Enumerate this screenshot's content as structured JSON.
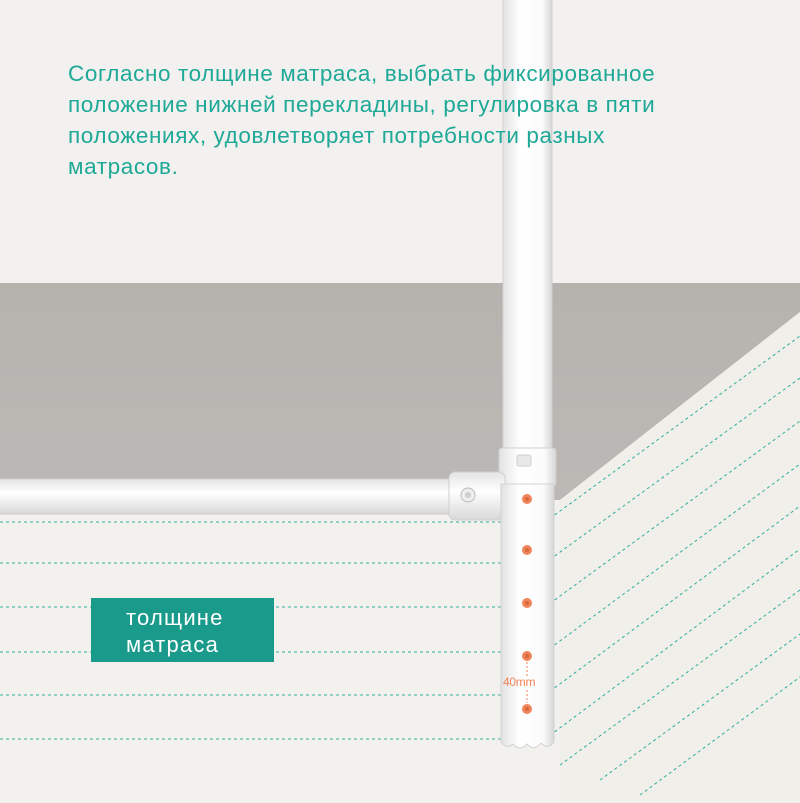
{
  "caption": {
    "line1": "Согласно толщине матраса, выбрать фиксированное",
    "line2": "положение нижней перекладины, регулировка в пяти",
    "line3": "положениях, удовлетворяет потребности разных",
    "line4": "матрасов."
  },
  "badge": {
    "line1": "толщине",
    "line2": "матраса"
  },
  "dimension_label": "40mm",
  "adjustment_positions": 5,
  "colors": {
    "accent_text": "#1ea896",
    "badge_bg": "#1a9a8a",
    "marker": "#f0845a",
    "floor": "#bab6b3",
    "mattress": "#f2f0ec",
    "frame": "#ffffff"
  }
}
